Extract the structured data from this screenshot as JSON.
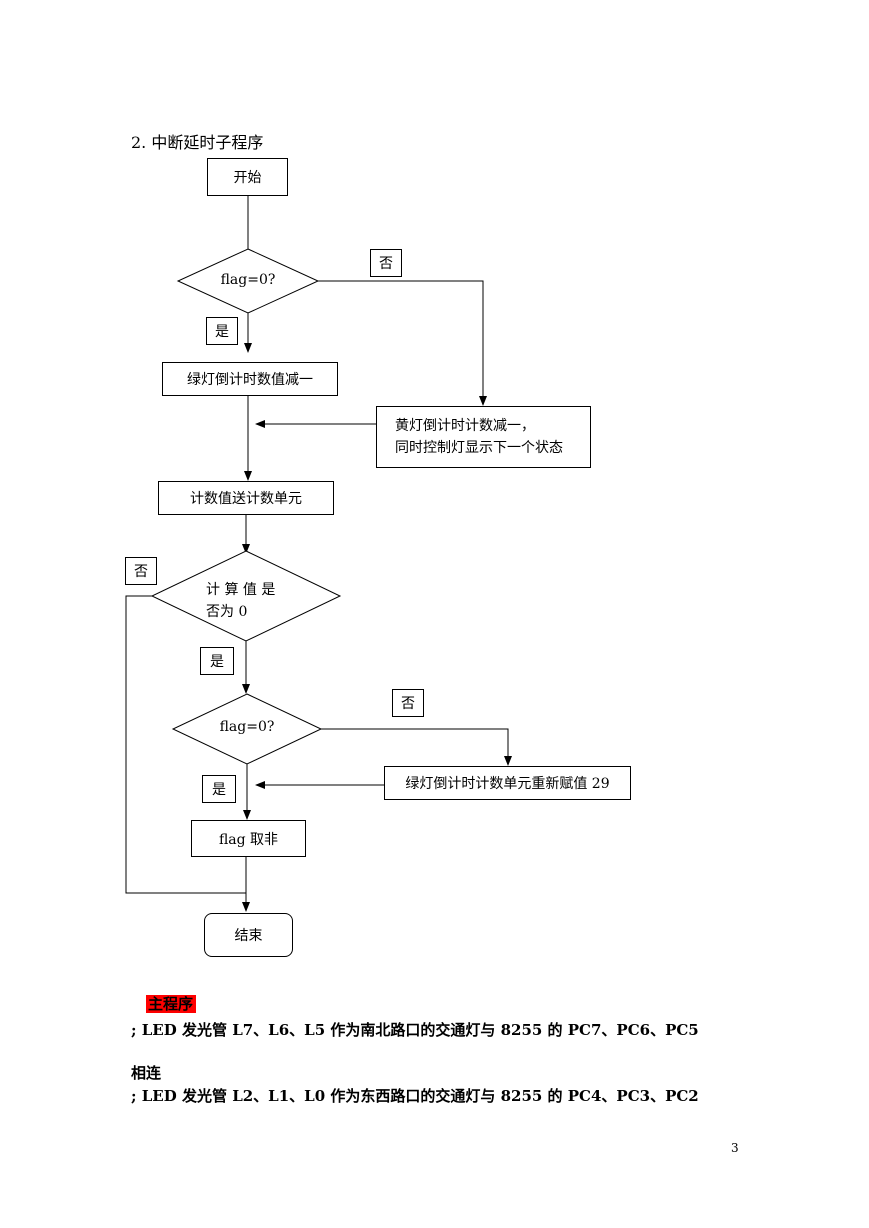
{
  "section_heading": "2.  中断延时子程序",
  "flowchart": {
    "start": "开始",
    "decision1": "flag=0?",
    "decision1_no": "否",
    "decision1_yes": "是",
    "green_decrement": "绿灯倒计时数值减一",
    "yellow_decrement_line1": "黄灯倒计时计数减一，",
    "yellow_decrement_line2": "同时控制灯显示下一个状态",
    "send_count": "计数值送计数单元",
    "decision2_line1": "计 算 值 是",
    "decision2_line2": "否为 0",
    "decision2_no": "否",
    "decision2_yes": "是",
    "decision3": "flag=0?",
    "decision3_no": "否",
    "decision3_yes": "是",
    "reassign": "绿灯倒计时计数单元重新赋值 29",
    "negate_flag": "flag 取非",
    "end": "结束"
  },
  "main_program": {
    "title": "主程序",
    "comment1": "; LED 发光管 L7、L6、L5 作为南北路口的交通灯与 8255 的 PC7、PC6、PC5",
    "comment1_cont": "相连",
    "comment2": "; LED 发光管 L2、L1、L0 作为东西路口的交通灯与 8255 的 PC4、PC3、PC2"
  },
  "page_number": "3"
}
